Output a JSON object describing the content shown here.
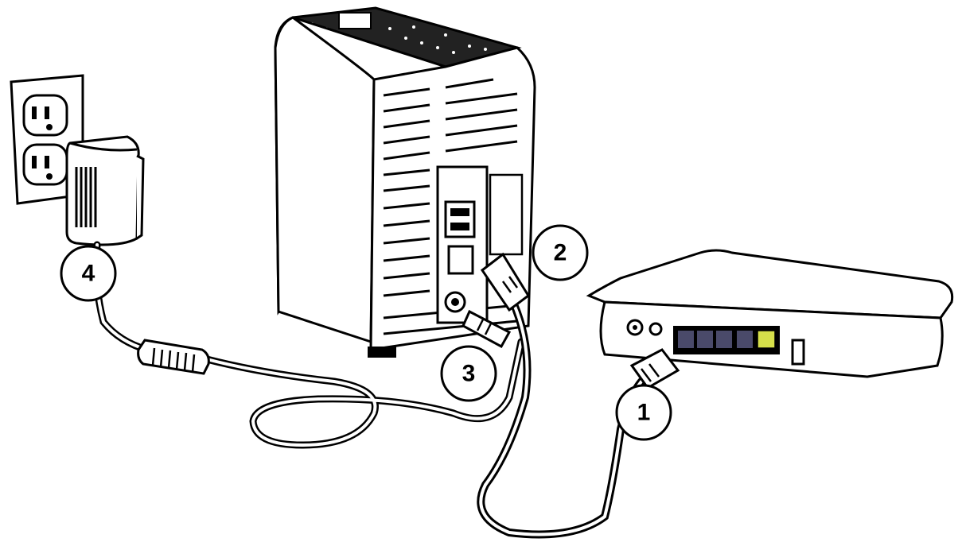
{
  "callouts": [
    {
      "id": "1",
      "label": "1"
    },
    {
      "id": "2",
      "label": "2"
    },
    {
      "id": "3",
      "label": "3"
    },
    {
      "id": "4",
      "label": "4"
    }
  ],
  "icons": {
    "outlet": "wall-outlet-icon",
    "adapter": "power-adapter-icon",
    "nas": "network-drive-icon",
    "router": "router-icon",
    "ferrite": "ferrite-bead-icon"
  },
  "colors": {
    "line": "#000000",
    "background": "#ffffff",
    "router_port_highlight": "#d6e04a",
    "router_port_dark": "#4a4a6a"
  }
}
